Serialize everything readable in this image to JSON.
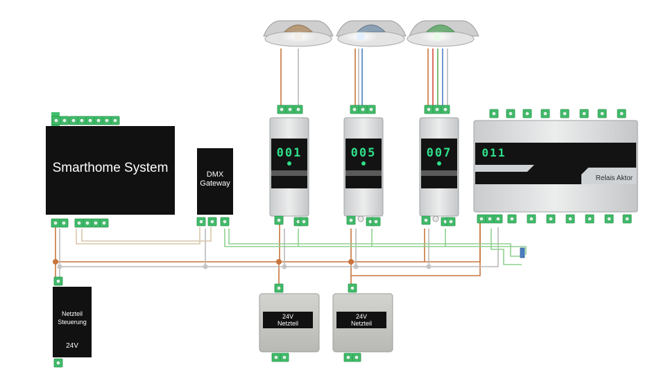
{
  "smarthome": {
    "label": "Smarthome System"
  },
  "dmx_gateway": {
    "line1": "DMX",
    "line2": "Gateway"
  },
  "dimmers": [
    {
      "display": "001",
      "led_color": "#f1efe8"
    },
    {
      "display": "005",
      "led_color": "#e2f0ff"
    },
    {
      "display": "007",
      "led_color": "#e8fbe8"
    }
  ],
  "relay": {
    "display": "011",
    "label": "Relais Aktor"
  },
  "psu_control": {
    "line1": "Netzteil",
    "line2": "Steuerung",
    "voltage": "24V"
  },
  "psu_24v": [
    {
      "line1": "24V",
      "line2": "Netzteil"
    },
    {
      "line1": "24V",
      "line2": "Netzteil"
    }
  ],
  "colors": {
    "terminal_green": "#3fbf6a",
    "wire_orange": "#c8743c",
    "wire_gray": "#b9b9b9",
    "wire_blue": "#4a7fc2",
    "wire_green": "#58b05a",
    "wire_red": "#d24a3a",
    "display_green": "#2fe08a"
  }
}
